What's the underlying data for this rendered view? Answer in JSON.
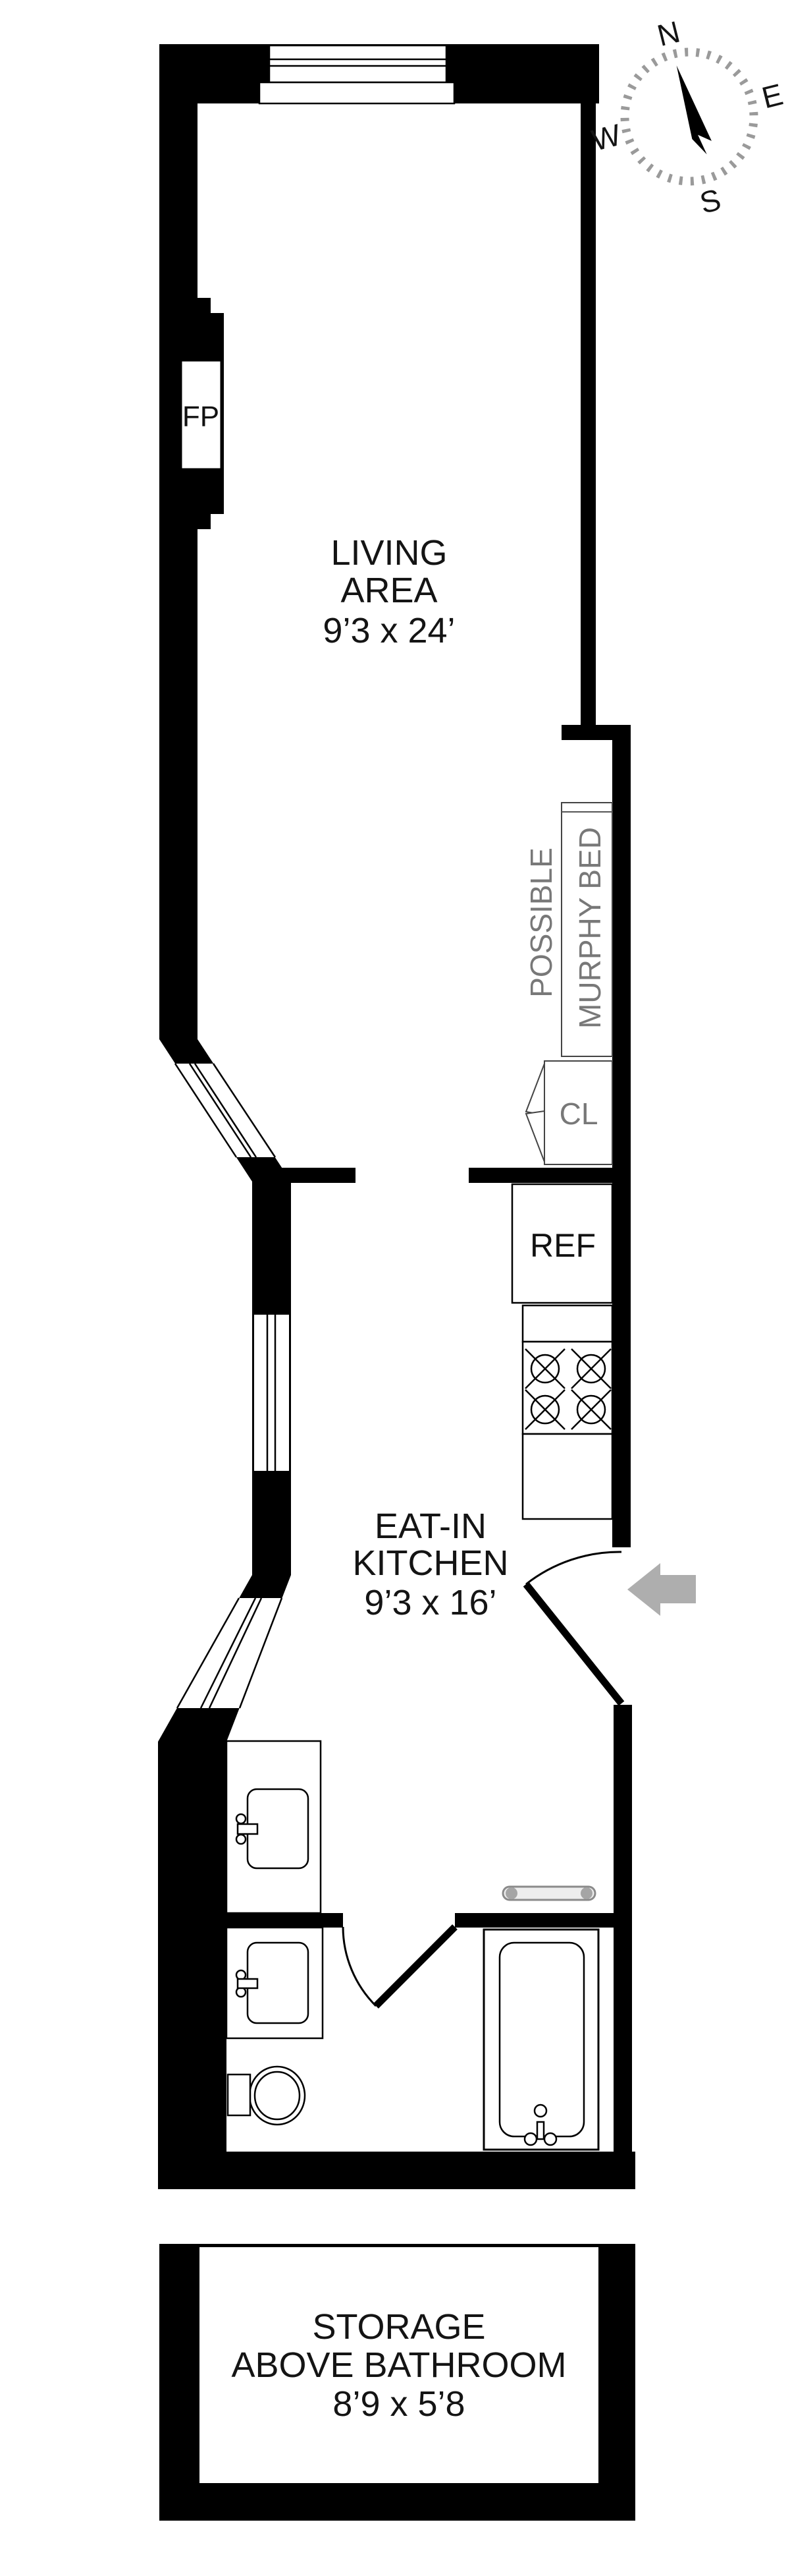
{
  "page": {
    "type": "apartment floor plan",
    "background": "#ffffff"
  },
  "colors": {
    "wall": "#000000",
    "room_label": "#141414",
    "muted_feature_label": "#787878",
    "entry_arrow": "#aeaeae",
    "compass_tick": "#9a9a9a",
    "towel_bar_cap": "#a5a5a5",
    "towel_bar_fill": "#ededed"
  },
  "compass": {
    "north": "N",
    "east": "E",
    "south": "S",
    "west": "W"
  },
  "rooms": {
    "living_area": {
      "line1": "LIVING",
      "line2": "AREA",
      "dims": "9’3 x 24’"
    },
    "kitchen": {
      "line1": "EAT-IN",
      "line2": "KITCHEN",
      "dims": "9’3 x 16’"
    },
    "storage": {
      "line1": "STORAGE",
      "line2": "ABOVE BATHROOM",
      "dims": "8’9 x 5’8"
    }
  },
  "labels": {
    "fireplace": "FP",
    "refrigerator": "REF",
    "closet": "CL",
    "murphy_bed_line1": "POSSIBLE",
    "murphy_bed_line2": "MURPHY BED"
  }
}
